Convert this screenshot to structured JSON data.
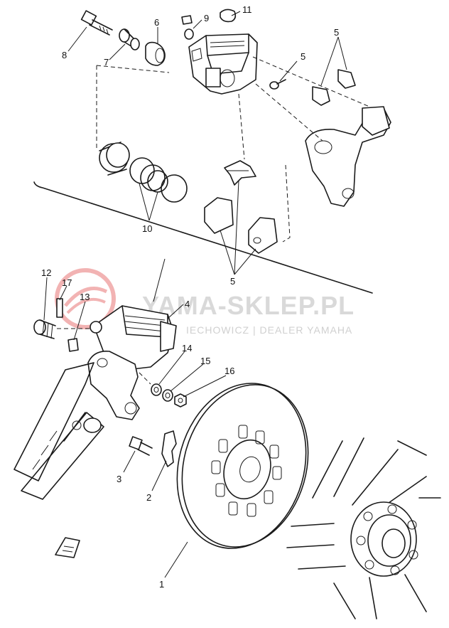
{
  "watermark": {
    "title": "YAMA-SKLEP.PL",
    "subtitle": "IECHOWICZ | DEALER YAMAHA",
    "logo_color": "#f2b3b3",
    "text_color": "#d9d9d9"
  },
  "callouts": {
    "c1": "1",
    "c2": "2",
    "c3": "3",
    "c4": "4",
    "c5_top": "5",
    "c5_mid": "5",
    "c5_right": "5",
    "c5_bottom": "5",
    "c6": "6",
    "c7": "7",
    "c8": "8",
    "c9": "9",
    "c10": "10",
    "c11": "11",
    "c12": "12",
    "c13": "13",
    "c14": "14",
    "c15": "15",
    "c16": "16",
    "c17": "17"
  },
  "icons": {
    "front_marker": "fwd-arrow-icon"
  }
}
